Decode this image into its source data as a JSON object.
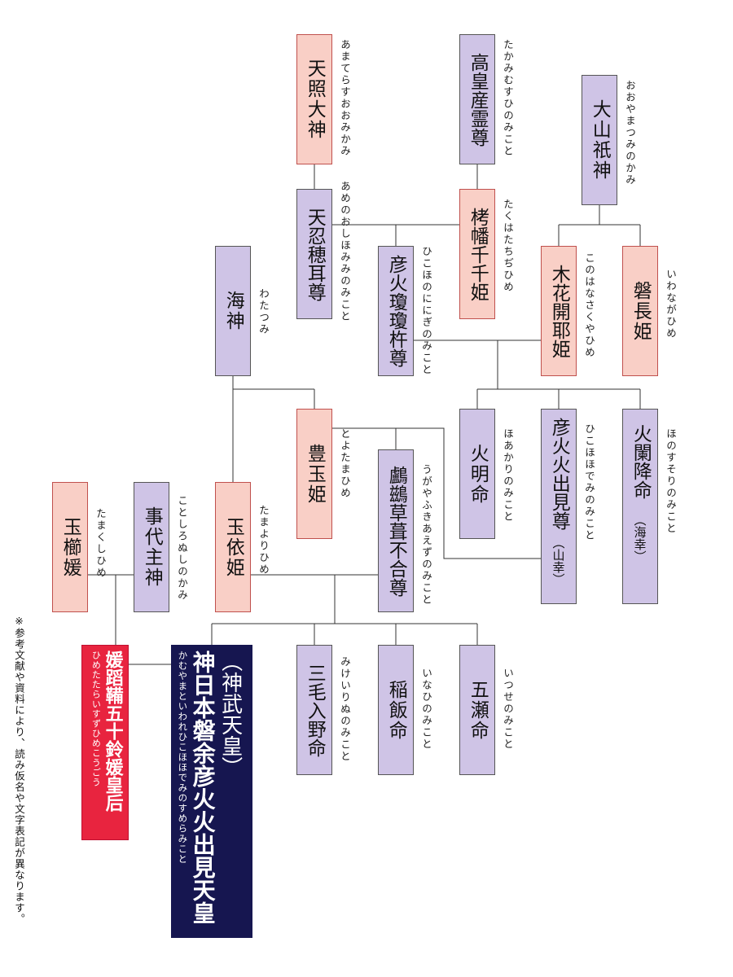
{
  "deities": {
    "amaterasu": {
      "name": "天照大神",
      "reading": "あまてらすおおみかみ"
    },
    "takamimusubi": {
      "name": "高皇産霊尊",
      "reading": "たかみむすひのみこと"
    },
    "oyamatsumi": {
      "name": "大山祇神",
      "reading": "おおやまつみのかみ"
    },
    "oshihomimi": {
      "name": "天忍穂耳尊",
      "reading": "あめのおしほみみのみこと"
    },
    "takuhatachiji": {
      "name": "栲幡千千姫",
      "reading": "たくはたちぢひめ"
    },
    "ninigi": {
      "name": "彦火瓊瓊杵尊",
      "reading": "ひこほのににぎのみこと"
    },
    "konohanasakuya": {
      "name": "木花開耶姫",
      "reading": "このはなさくやひめ"
    },
    "iwanaga": {
      "name": "磐長姫",
      "reading": "いわながひめ"
    },
    "watatsumi": {
      "name": "海神",
      "reading": "わたつみ"
    },
    "toyotama": {
      "name": "豊玉姫",
      "reading": "とよたまひめ"
    },
    "hoakari": {
      "name": "火明命",
      "reading": "ほあかりのみこと"
    },
    "hohodemi": {
      "name": "彦火火出見尊",
      "reading": "ひこほほでみのみこと",
      "alias": "（山幸）"
    },
    "hosusori": {
      "name": "火闌降命",
      "reading": "ほのすそりのみこと",
      "alias": "（海幸）"
    },
    "ugayafukiaezu": {
      "name": "鸕鷀草葺不合尊",
      "reading": "うがやふきあえずのみこと"
    },
    "tamayori": {
      "name": "玉依姫",
      "reading": "たまよりひめ"
    },
    "kotoshironushi": {
      "name": "事代主神",
      "reading": "ことしろぬしのかみ"
    },
    "tamakushi": {
      "name": "玉櫛媛",
      "reading": "たまくしひめ"
    },
    "mikeiri": {
      "name": "三毛入野命",
      "reading": "みけいりぬのみこと"
    },
    "inahi": {
      "name": "稲飯命",
      "reading": "いなひのみこと"
    },
    "itsuse": {
      "name": "五瀬命",
      "reading": "いつせのみこと"
    },
    "jimmu": {
      "name": "神日本磐余彦火火出見天皇",
      "reading": "かむやまといわれひこほほでみのすめらみこと",
      "alias": "（神武天皇）"
    },
    "himetatara": {
      "name": "媛蹈鞴五十鈴媛皇后",
      "reading": "ひめたたらいすずひめこうごう"
    }
  },
  "note": "※参考文献や資料により、読み仮名や文字表記が異なります。",
  "colors": {
    "male": "#cfc4e6",
    "female": "#f9cfc6",
    "empress": "#e8243f",
    "emperor": "#161650"
  }
}
